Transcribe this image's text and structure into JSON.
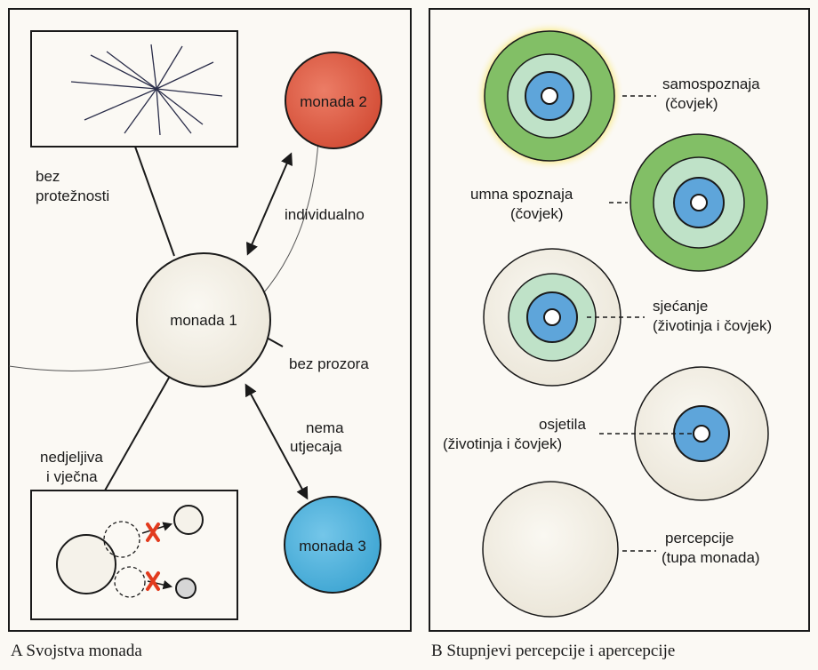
{
  "panel_a": {
    "caption": "A Svojstva monada",
    "labels": {
      "monada1": "monada 1",
      "monada2": "monada 2",
      "monada3": "monada 3",
      "bez": "bez",
      "protenosti": "protežnosti",
      "individualno": "individualno",
      "bez_prozora": "bez prozora",
      "nema": "nema",
      "utjecaja": "utjecaja",
      "nedjeljiva": "nedjeljiva",
      "i_vjecna": "i vječna"
    },
    "colors": {
      "monada2": "#df5d47",
      "monada3": "#4fb6df",
      "monada1": "#f6f4ee"
    }
  },
  "panel_b": {
    "caption": "B Stupnjevi percepcije i apercepcije",
    "levels": [
      {
        "line1": "samospoznaja",
        "line2": "(čovjek)"
      },
      {
        "line1": "umna spoznaja",
        "line2": "(čovjek)"
      },
      {
        "line1": "sjećanje",
        "line2": "(životinja i čovjek)"
      },
      {
        "line1": "osjetila",
        "line2": "(životinja i čovjek)"
      },
      {
        "line1": "percepcije",
        "line2": "(tupa monada)"
      }
    ],
    "colors": {
      "green": "#82bf66",
      "lightgreen": "#bfe2c8",
      "paleblue": "#cfe3f2",
      "blue": "#5ea5da",
      "glow": "#f6df3a",
      "cream": "#f3efe4"
    }
  }
}
